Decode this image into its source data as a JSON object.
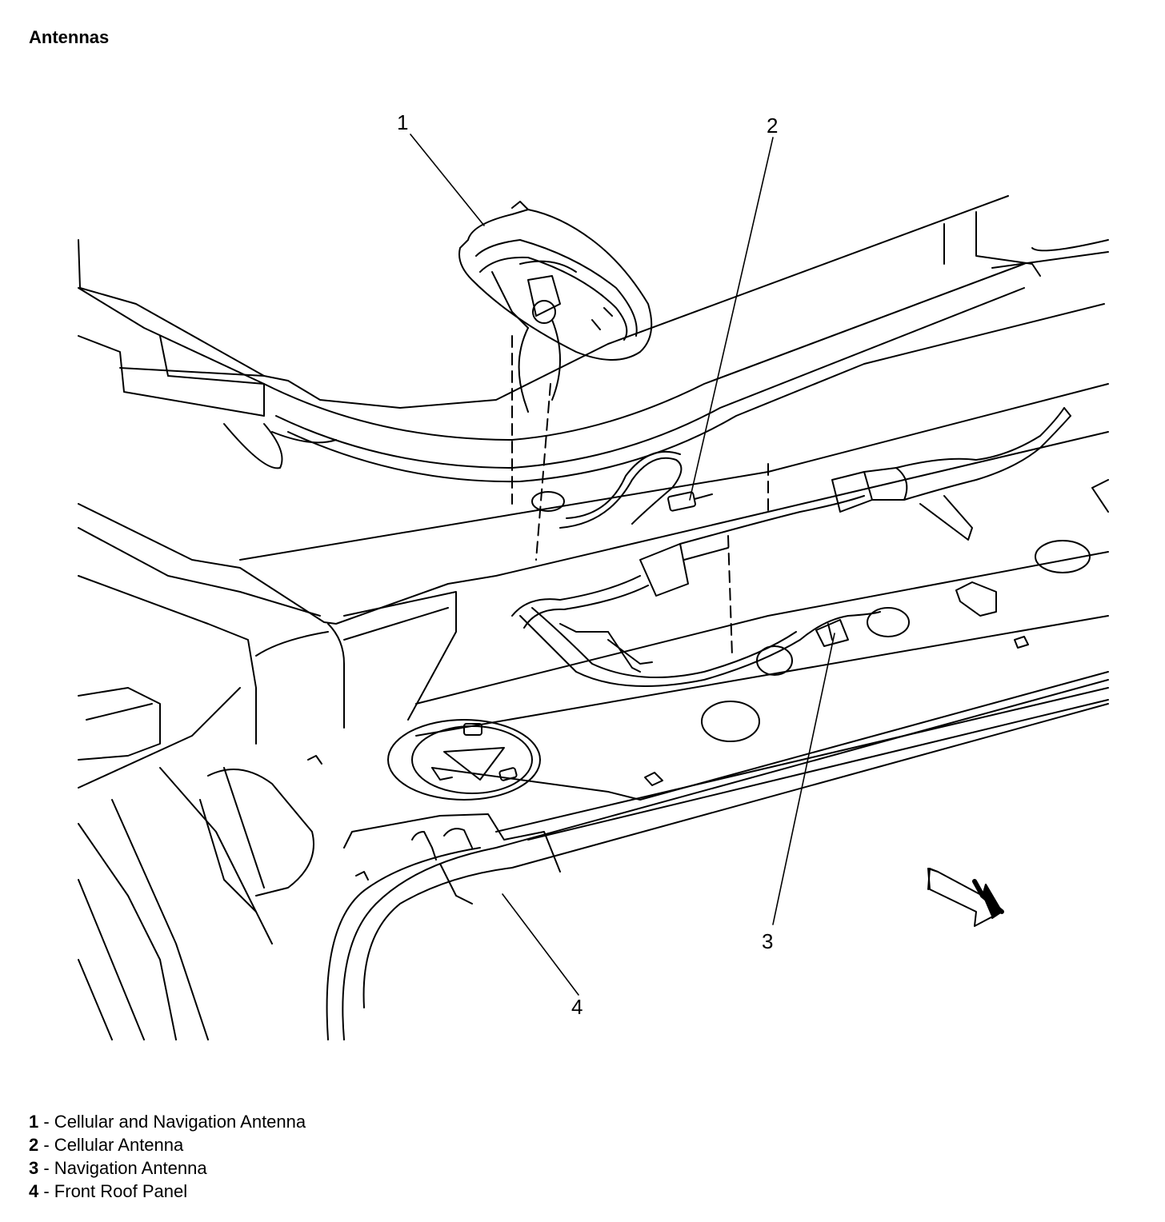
{
  "title": "Antennas",
  "callouts": [
    "1",
    "2",
    "3",
    "4"
  ],
  "legend": [
    {
      "num": "1",
      "text": " - Cellular and Navigation Antenna"
    },
    {
      "num": "2",
      "text": " - Cellular Antenna"
    },
    {
      "num": "3",
      "text": " - Navigation Antenna"
    },
    {
      "num": "4",
      "text": " - Front Roof Panel"
    }
  ]
}
